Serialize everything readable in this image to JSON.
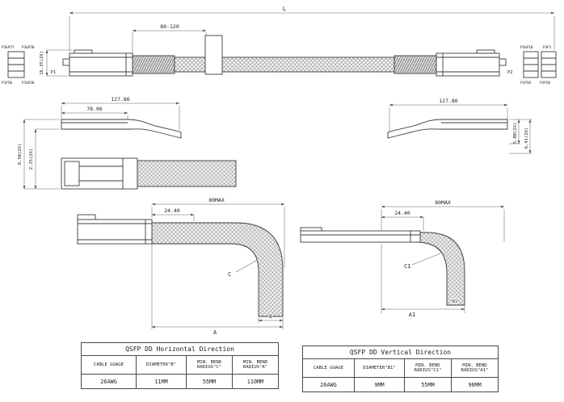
{
  "colors": {
    "ink": "#3c3c3c",
    "dim": "#666666",
    "background": "#ffffff"
  },
  "top_view": {
    "dim_l": "L",
    "dim_range": "80-120",
    "dim_height": "16.35(2X)",
    "label_p1": "P1",
    "label_p2": "P2",
    "left_top_labels": [
      "P3&P5T",
      "P3&P5B"
    ],
    "left_bottom_labels": [
      "P1P5B",
      "P7&P5B"
    ],
    "right_top_labels": [
      "P5&P1B",
      "P3P1"
    ],
    "right_bottom_labels": [
      "P1P5B",
      "P5P5B"
    ]
  },
  "side_view_left": {
    "dim_total": "127.86",
    "dim_partial": "78.06",
    "dim_v1": "8.50(2X)",
    "dim_v2": "2.25(2X)"
  },
  "side_view_right": {
    "dim_total": "127.86",
    "dim_v1": "5.80(2X)",
    "dim_v2": "6.41(2X)"
  },
  "bend_horizontal": {
    "dim_max": "80MAX",
    "dim_offset": "24.40",
    "label_c": "C",
    "label_b": "B",
    "label_a": "A"
  },
  "bend_vertical": {
    "dim_max": "80MAX",
    "dim_offset": "24.40",
    "label_c": "C1",
    "label_b": "B1",
    "label_a": "A1"
  },
  "tables": {
    "horizontal": {
      "title": "QSFP DD Horizontal Direction",
      "headers": [
        "CABLE GUAGE",
        "DIAMETER\"B\"",
        "MIN. BEND RADIUS\"C\"",
        "MIN. BEND RADIUS\"A\""
      ],
      "row": [
        "26AWG",
        "11MM",
        "55MM",
        "110MM"
      ]
    },
    "vertical": {
      "title": "QSFP DD Vertical Direction",
      "headers": [
        "CABLE GUAGE",
        "DIAMETER\"B1\"",
        "MIN. BEND RADIUS\"C1\"",
        "MIN. BEND RADIUS\"A1\""
      ],
      "row": [
        "26AWG",
        "9MM",
        "55MM",
        "90MM"
      ]
    }
  }
}
